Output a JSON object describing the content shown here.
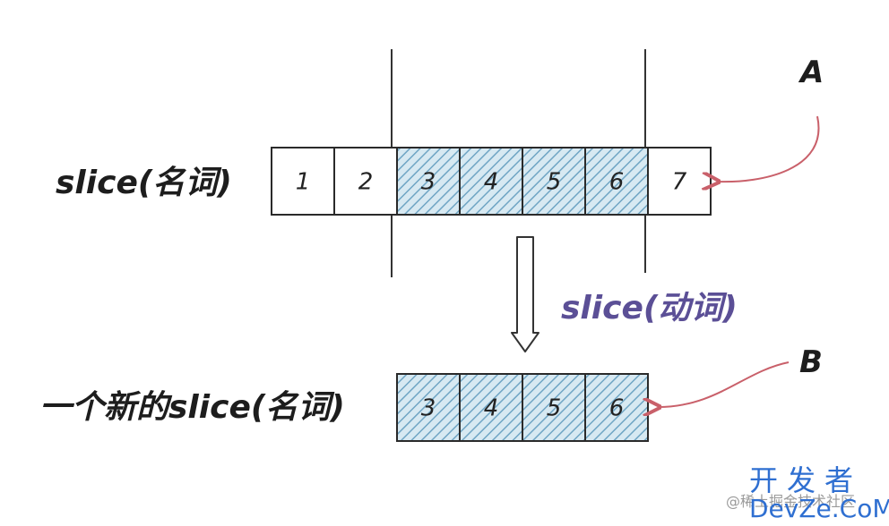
{
  "labels": {
    "slice_noun_top": "slice(名词)",
    "slice_verb": "slice(动词)",
    "slice_noun_bottom": "一个新的slice(名词)",
    "pointer_a": "A",
    "pointer_b": "B"
  },
  "top_array": {
    "cells": [
      "1",
      "2",
      "3",
      "4",
      "5",
      "6",
      "7"
    ],
    "highlighted": [
      false,
      false,
      true,
      true,
      true,
      true,
      false
    ]
  },
  "bottom_array": {
    "cells": [
      "3",
      "4",
      "5",
      "6"
    ],
    "highlighted": [
      true,
      true,
      true,
      true
    ]
  },
  "watermark": {
    "cn": "开发者",
    "en": "DevZe.CoM",
    "small": "@稀土掘金技术社区"
  },
  "colors": {
    "cell_highlight": "#8fbcd4",
    "pointer_arrow": "#c9606a",
    "verb_label": "#5b4f96",
    "watermark": "#2f6fd1"
  }
}
